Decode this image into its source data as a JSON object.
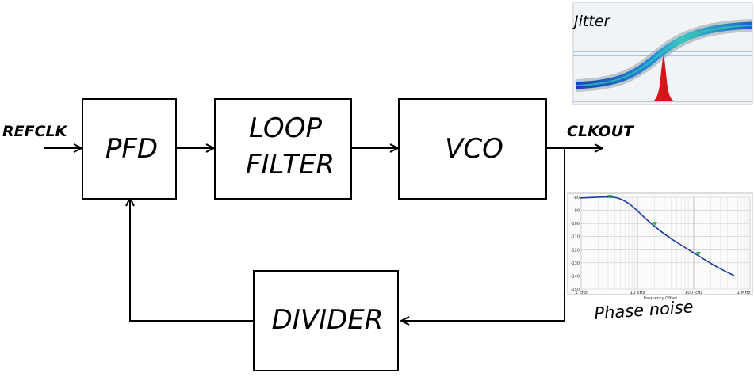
{
  "diagram": {
    "blocks": {
      "pfd": "PFD",
      "loop_filter_line1": "LOOP",
      "loop_filter_line2": "FILTER",
      "vco": "VCO",
      "divider": "DIVIDER"
    },
    "signals": {
      "input": "REFCLK",
      "output": "CLKOUT"
    },
    "insets": {
      "jitter": {
        "title": "Jitter"
      },
      "phase_noise": {
        "caption": "Phase noise",
        "x_ticks": [
          "1 kHz",
          "10 kHz",
          "100 kHz",
          "1 MHz"
        ],
        "x_axis_title": "Frequency Offset",
        "y_ticks": [
          "-80",
          "-90",
          "-100",
          "-110",
          "-120",
          "-130",
          "-140",
          "-150"
        ]
      }
    }
  }
}
